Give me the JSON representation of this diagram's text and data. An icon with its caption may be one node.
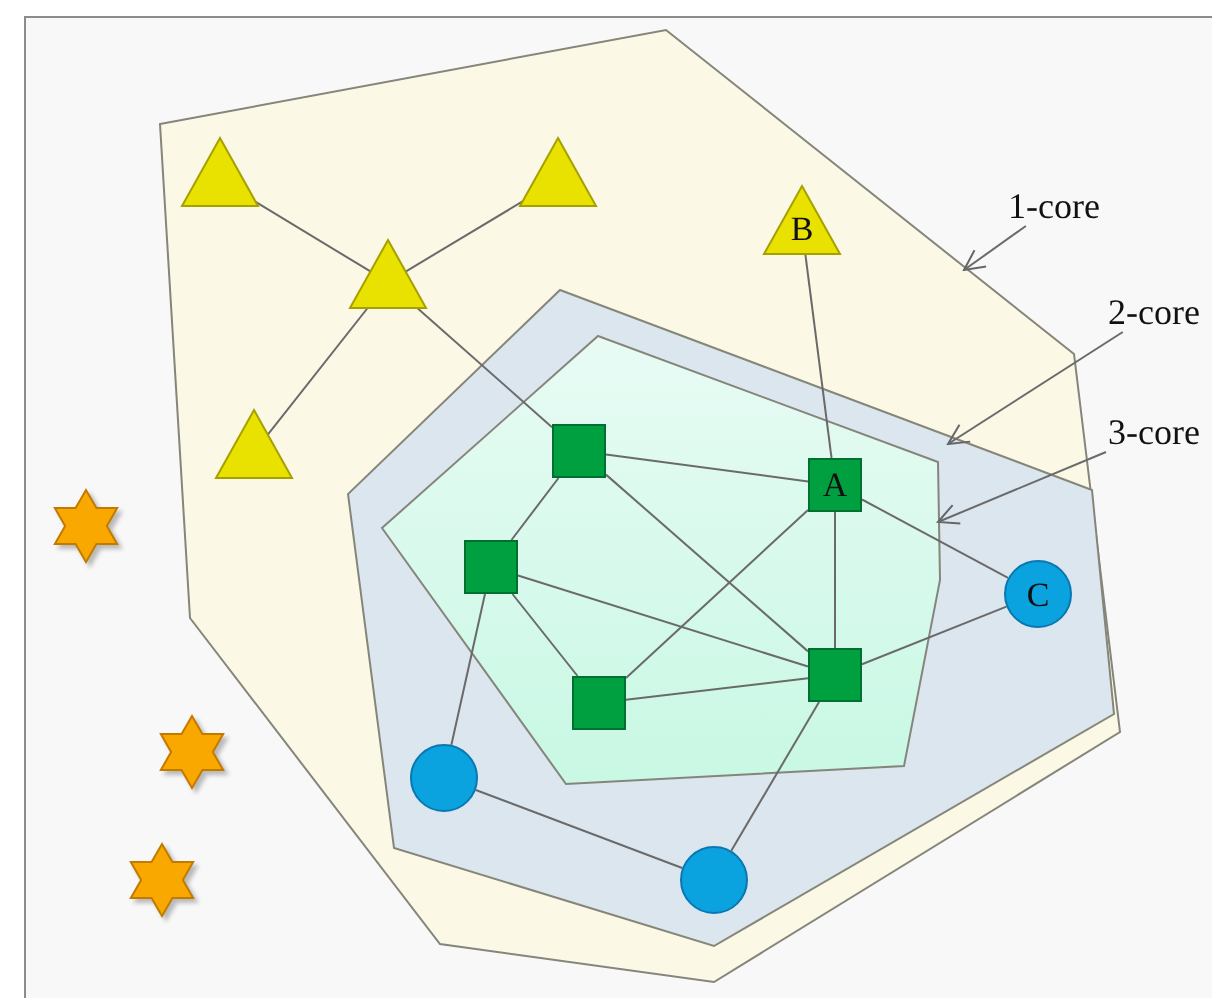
{
  "diagram": {
    "nodes": [
      {
        "text": [],
        "shape": "polygon"
      },
      {
        "text": [],
        "shape": "polygon",
        "in": 0
      },
      {
        "text": [],
        "shape": "polygon",
        "in": 1
      },
      {
        "text": [],
        "shape": "triangle",
        "in": 0
      },
      {
        "text": [],
        "shape": "triangle",
        "in": 0
      },
      {
        "text": [],
        "shape": "triangle",
        "in": 0
      },
      {
        "text": [],
        "shape": "triangle",
        "in": 0
      },
      {
        "text": [
          "B"
        ],
        "in": 0
      },
      {
        "text": [],
        "shape": "square",
        "in": 2
      },
      {
        "text": [
          "A"
        ],
        "in": 2
      },
      {
        "text": [],
        "shape": "square",
        "in": 2
      },
      {
        "text": [],
        "shape": "square",
        "in": 2
      },
      {
        "text": [],
        "shape": "square",
        "in": 2
      },
      {
        "text": [
          "C"
        ],
        "in": 1
      },
      {
        "text": [],
        "shape": "circle",
        "in": 1
      },
      {
        "text": [],
        "shape": "circle",
        "in": 1
      },
      {
        "text": [],
        "shape": "star"
      },
      {
        "text": [],
        "shape": "star"
      },
      {
        "text": [],
        "shape": "star"
      },
      {
        "text": [
          "1-core"
        ]
      },
      {
        "text": [
          "2-core"
        ]
      },
      {
        "text": [
          "3-core"
        ]
      }
    ],
    "edges": [
      {
        "from": 3,
        "to": 5,
        "arrow": "none"
      },
      {
        "from": 4,
        "to": 5,
        "arrow": "none"
      },
      {
        "from": 5,
        "to": 6,
        "arrow": "none"
      },
      {
        "from": 5,
        "to": 8,
        "arrow": "none"
      },
      {
        "from": 7,
        "to": 9,
        "arrow": "none"
      },
      {
        "from": 8,
        "to": 9,
        "arrow": "none"
      },
      {
        "from": 8,
        "to": 10,
        "arrow": "none"
      },
      {
        "from": 8,
        "to": 12,
        "arrow": "none"
      },
      {
        "from": 9,
        "to": 11,
        "arrow": "none"
      },
      {
        "from": 9,
        "to": 12,
        "arrow": "none"
      },
      {
        "from": 9,
        "to": 13,
        "arrow": "none"
      },
      {
        "from": 10,
        "to": 12,
        "arrow": "none"
      },
      {
        "from": 10,
        "to": 11,
        "arrow": "none"
      },
      {
        "from": 10,
        "to": 14,
        "arrow": "none"
      },
      {
        "from": 11,
        "to": 12,
        "arrow": "none"
      },
      {
        "from": 12,
        "to": 13,
        "arrow": "none"
      },
      {
        "from": 12,
        "to": 15,
        "arrow": "none"
      },
      {
        "from": 14,
        "to": 15,
        "arrow": "none"
      },
      {
        "from": 19,
        "to": 0,
        "arrow": "to"
      },
      {
        "from": 20,
        "to": 1,
        "arrow": "to"
      },
      {
        "from": 21,
        "to": 2,
        "arrow": "to"
      }
    ]
  }
}
